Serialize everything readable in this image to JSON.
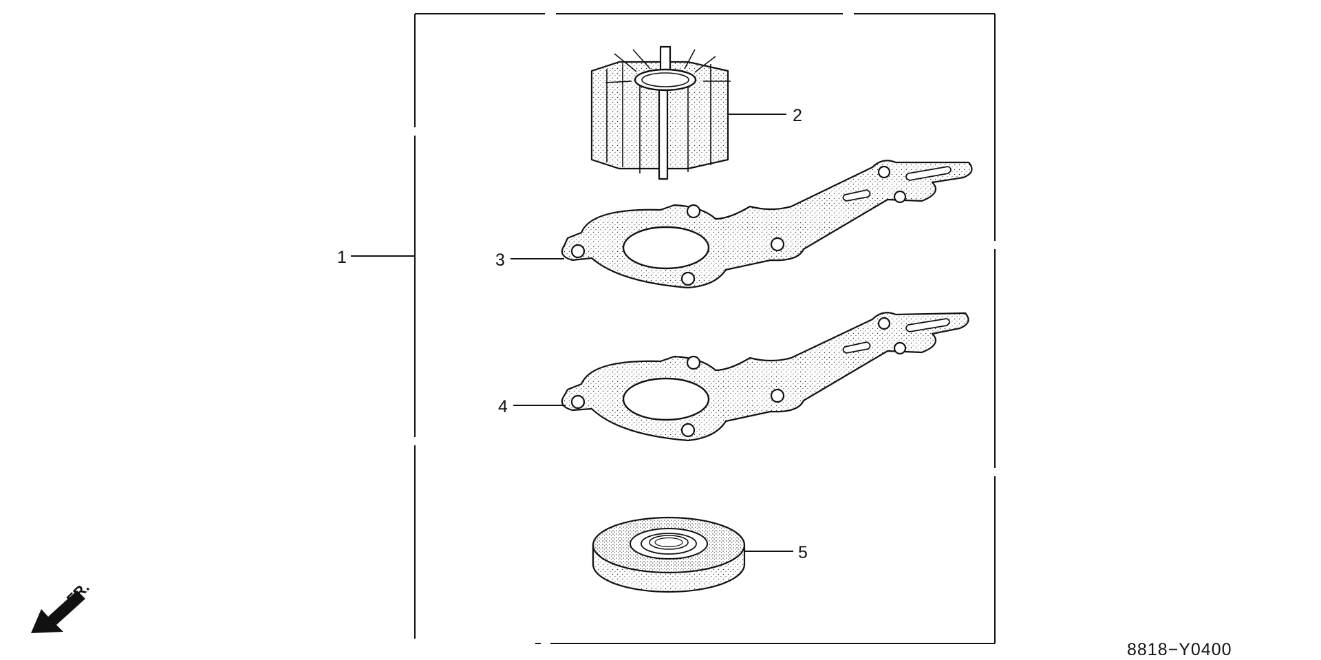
{
  "diagram": {
    "drawing_code": "8818−Y0400",
    "direction_label": "FR.",
    "parts": [
      {
        "callout": "1",
        "part": "kit-frame"
      },
      {
        "callout": "2",
        "part": "impeller"
      },
      {
        "callout": "3",
        "part": "gasket-upper"
      },
      {
        "callout": "4",
        "part": "gasket-lower"
      },
      {
        "callout": "5",
        "part": "oil-seal"
      }
    ]
  },
  "colors": {
    "ink": "#111111",
    "paper": "#ffffff"
  }
}
